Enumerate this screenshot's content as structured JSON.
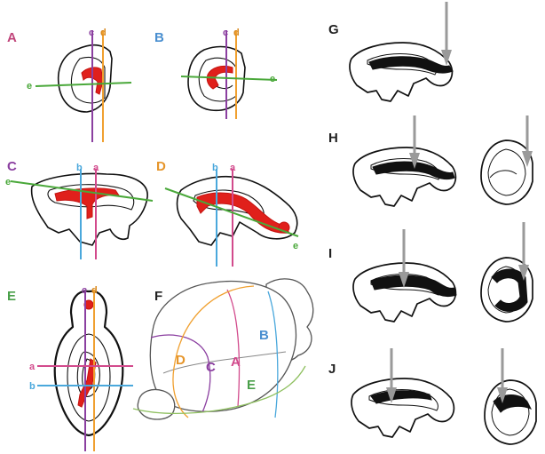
{
  "panels": {
    "A": {
      "letter": "A",
      "color": "#c0447a"
    },
    "B": {
      "letter": "B",
      "color": "#4a8fd0"
    },
    "C": {
      "letter": "C",
      "color": "#8b3fa0"
    },
    "D": {
      "letter": "D",
      "color": "#e6952a"
    },
    "E": {
      "letter": "E",
      "color": "#4aa04a"
    },
    "F": {
      "letter": "F",
      "color": "#222222"
    },
    "G": {
      "letter": "G",
      "color": "#222222"
    },
    "H": {
      "letter": "H",
      "color": "#222222"
    },
    "I": {
      "letter": "I",
      "color": "#222222"
    },
    "J": {
      "letter": "J",
      "color": "#222222"
    }
  },
  "planes": {
    "a": {
      "label": "a",
      "color": "#d24a8c"
    },
    "b": {
      "label": "b",
      "color": "#4aa8dc"
    },
    "c": {
      "label": "c",
      "color": "#8b3fa0"
    },
    "d": {
      "label": "d",
      "color": "#f0a030"
    },
    "e": {
      "label": "e",
      "color": "#4aa83a"
    }
  },
  "brain3d_labels": {
    "A": "A",
    "B": "B",
    "C": "C",
    "D": "D",
    "E": "E"
  }
}
